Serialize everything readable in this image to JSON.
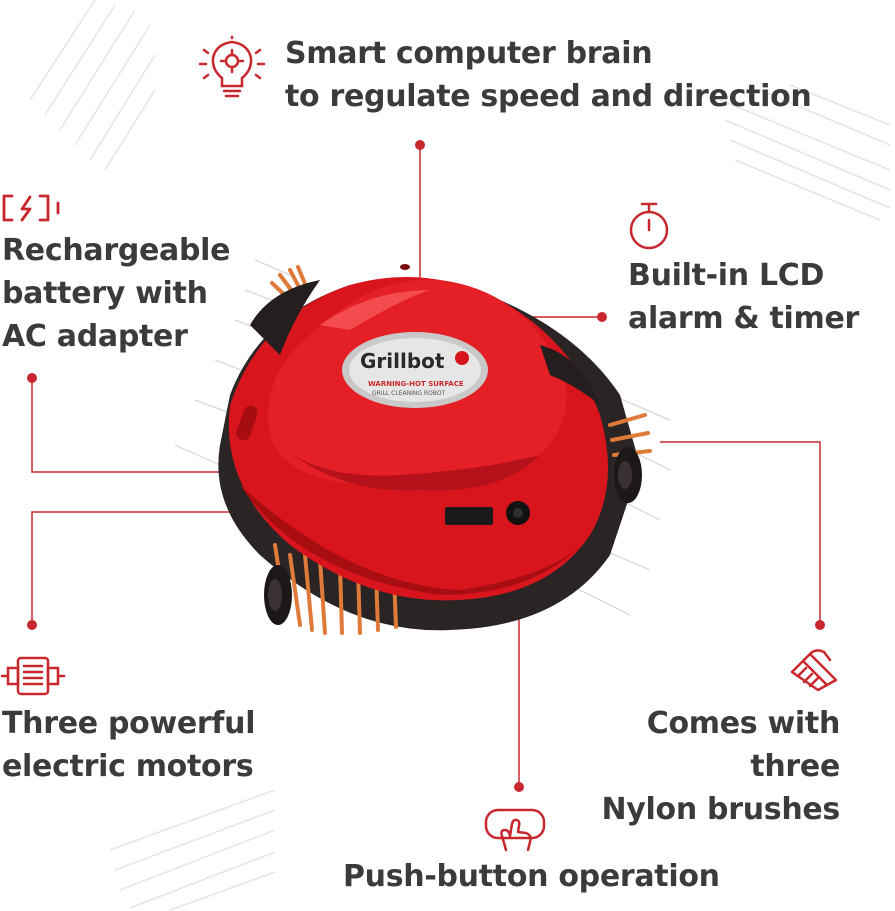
{
  "features": {
    "brain": {
      "line1": "Smart computer brain",
      "line2": "to regulate speed and direction",
      "icon": "lightbulb-gear-icon"
    },
    "battery": {
      "line1": "Rechargeable",
      "line2": "battery with",
      "line3": "AC adapter",
      "icon": "battery-charging-icon"
    },
    "lcd": {
      "line1": "Built-in LCD",
      "line2": "alarm & timer",
      "icon": "stopwatch-icon"
    },
    "motors": {
      "line1": "Three powerful",
      "line2": "electric motors",
      "icon": "motor-icon"
    },
    "brushes": {
      "line1": "Comes with three",
      "line2": "Nylon brushes",
      "icon": "brush-icon"
    },
    "button": {
      "line1": "Push-button operation",
      "icon": "hand-press-icon"
    }
  },
  "product": {
    "label": "Grillbot",
    "warning": "WARNING-HOT SURFACE"
  },
  "colors": {
    "accent": "#c8282d",
    "robot_red": "#d8151c",
    "text": "#3b3b3b",
    "brush": "#e07a3a"
  }
}
